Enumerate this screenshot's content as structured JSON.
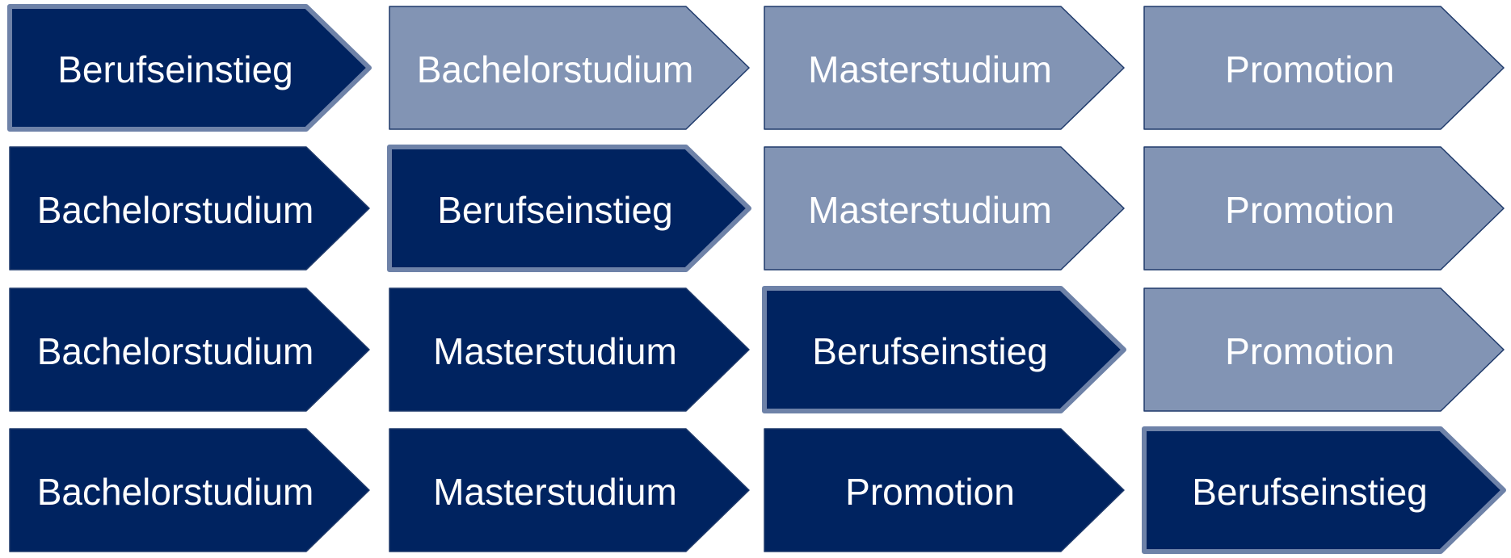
{
  "colors": {
    "active_fill": "#002360",
    "inactive_fill": "#8294B4",
    "highlight_border": "#6E82A8",
    "normal_border": "#1F3A6B",
    "text": "#FFFFFF"
  },
  "rows": [
    {
      "steps": [
        {
          "label": "Berufseinstieg",
          "state": "active",
          "highlight": true
        },
        {
          "label": "Bachelorstudium",
          "state": "inactive",
          "highlight": false
        },
        {
          "label": "Masterstudium",
          "state": "inactive",
          "highlight": false
        },
        {
          "label": "Promotion",
          "state": "inactive",
          "highlight": false
        }
      ]
    },
    {
      "steps": [
        {
          "label": "Bachelorstudium",
          "state": "active",
          "highlight": false
        },
        {
          "label": "Berufseinstieg",
          "state": "active",
          "highlight": true
        },
        {
          "label": "Masterstudium",
          "state": "inactive",
          "highlight": false
        },
        {
          "label": "Promotion",
          "state": "inactive",
          "highlight": false
        }
      ]
    },
    {
      "steps": [
        {
          "label": "Bachelorstudium",
          "state": "active",
          "highlight": false
        },
        {
          "label": "Masterstudium",
          "state": "active",
          "highlight": false
        },
        {
          "label": "Berufseinstieg",
          "state": "active",
          "highlight": true
        },
        {
          "label": "Promotion",
          "state": "inactive",
          "highlight": false
        }
      ]
    },
    {
      "steps": [
        {
          "label": "Bachelorstudium",
          "state": "active",
          "highlight": false
        },
        {
          "label": "Masterstudium",
          "state": "active",
          "highlight": false
        },
        {
          "label": "Promotion",
          "state": "active",
          "highlight": false
        },
        {
          "label": "Berufseinstieg",
          "state": "active",
          "highlight": true
        }
      ]
    }
  ]
}
